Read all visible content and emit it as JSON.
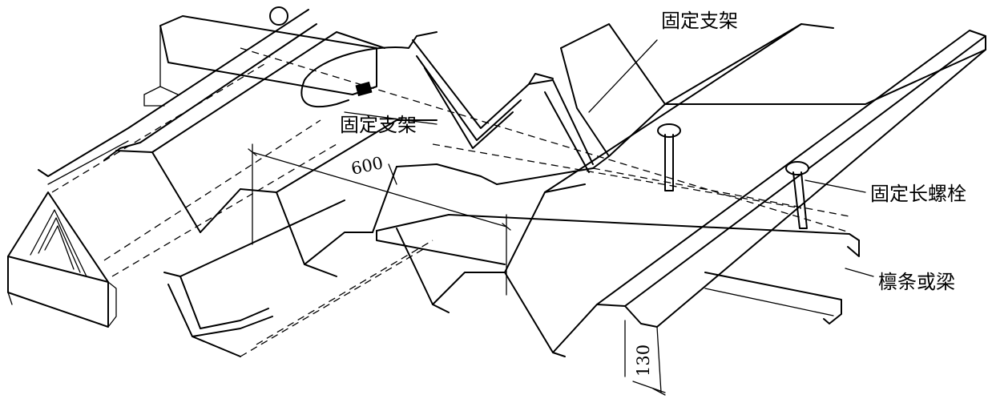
{
  "labels": {
    "fixed_bracket_top": "固定支架",
    "fixed_bracket_middle": "固定支架",
    "long_bolt": "固定长螺栓",
    "purlin_or_beam": "檩条或梁"
  },
  "dimensions": {
    "width": "600",
    "height": "130"
  }
}
